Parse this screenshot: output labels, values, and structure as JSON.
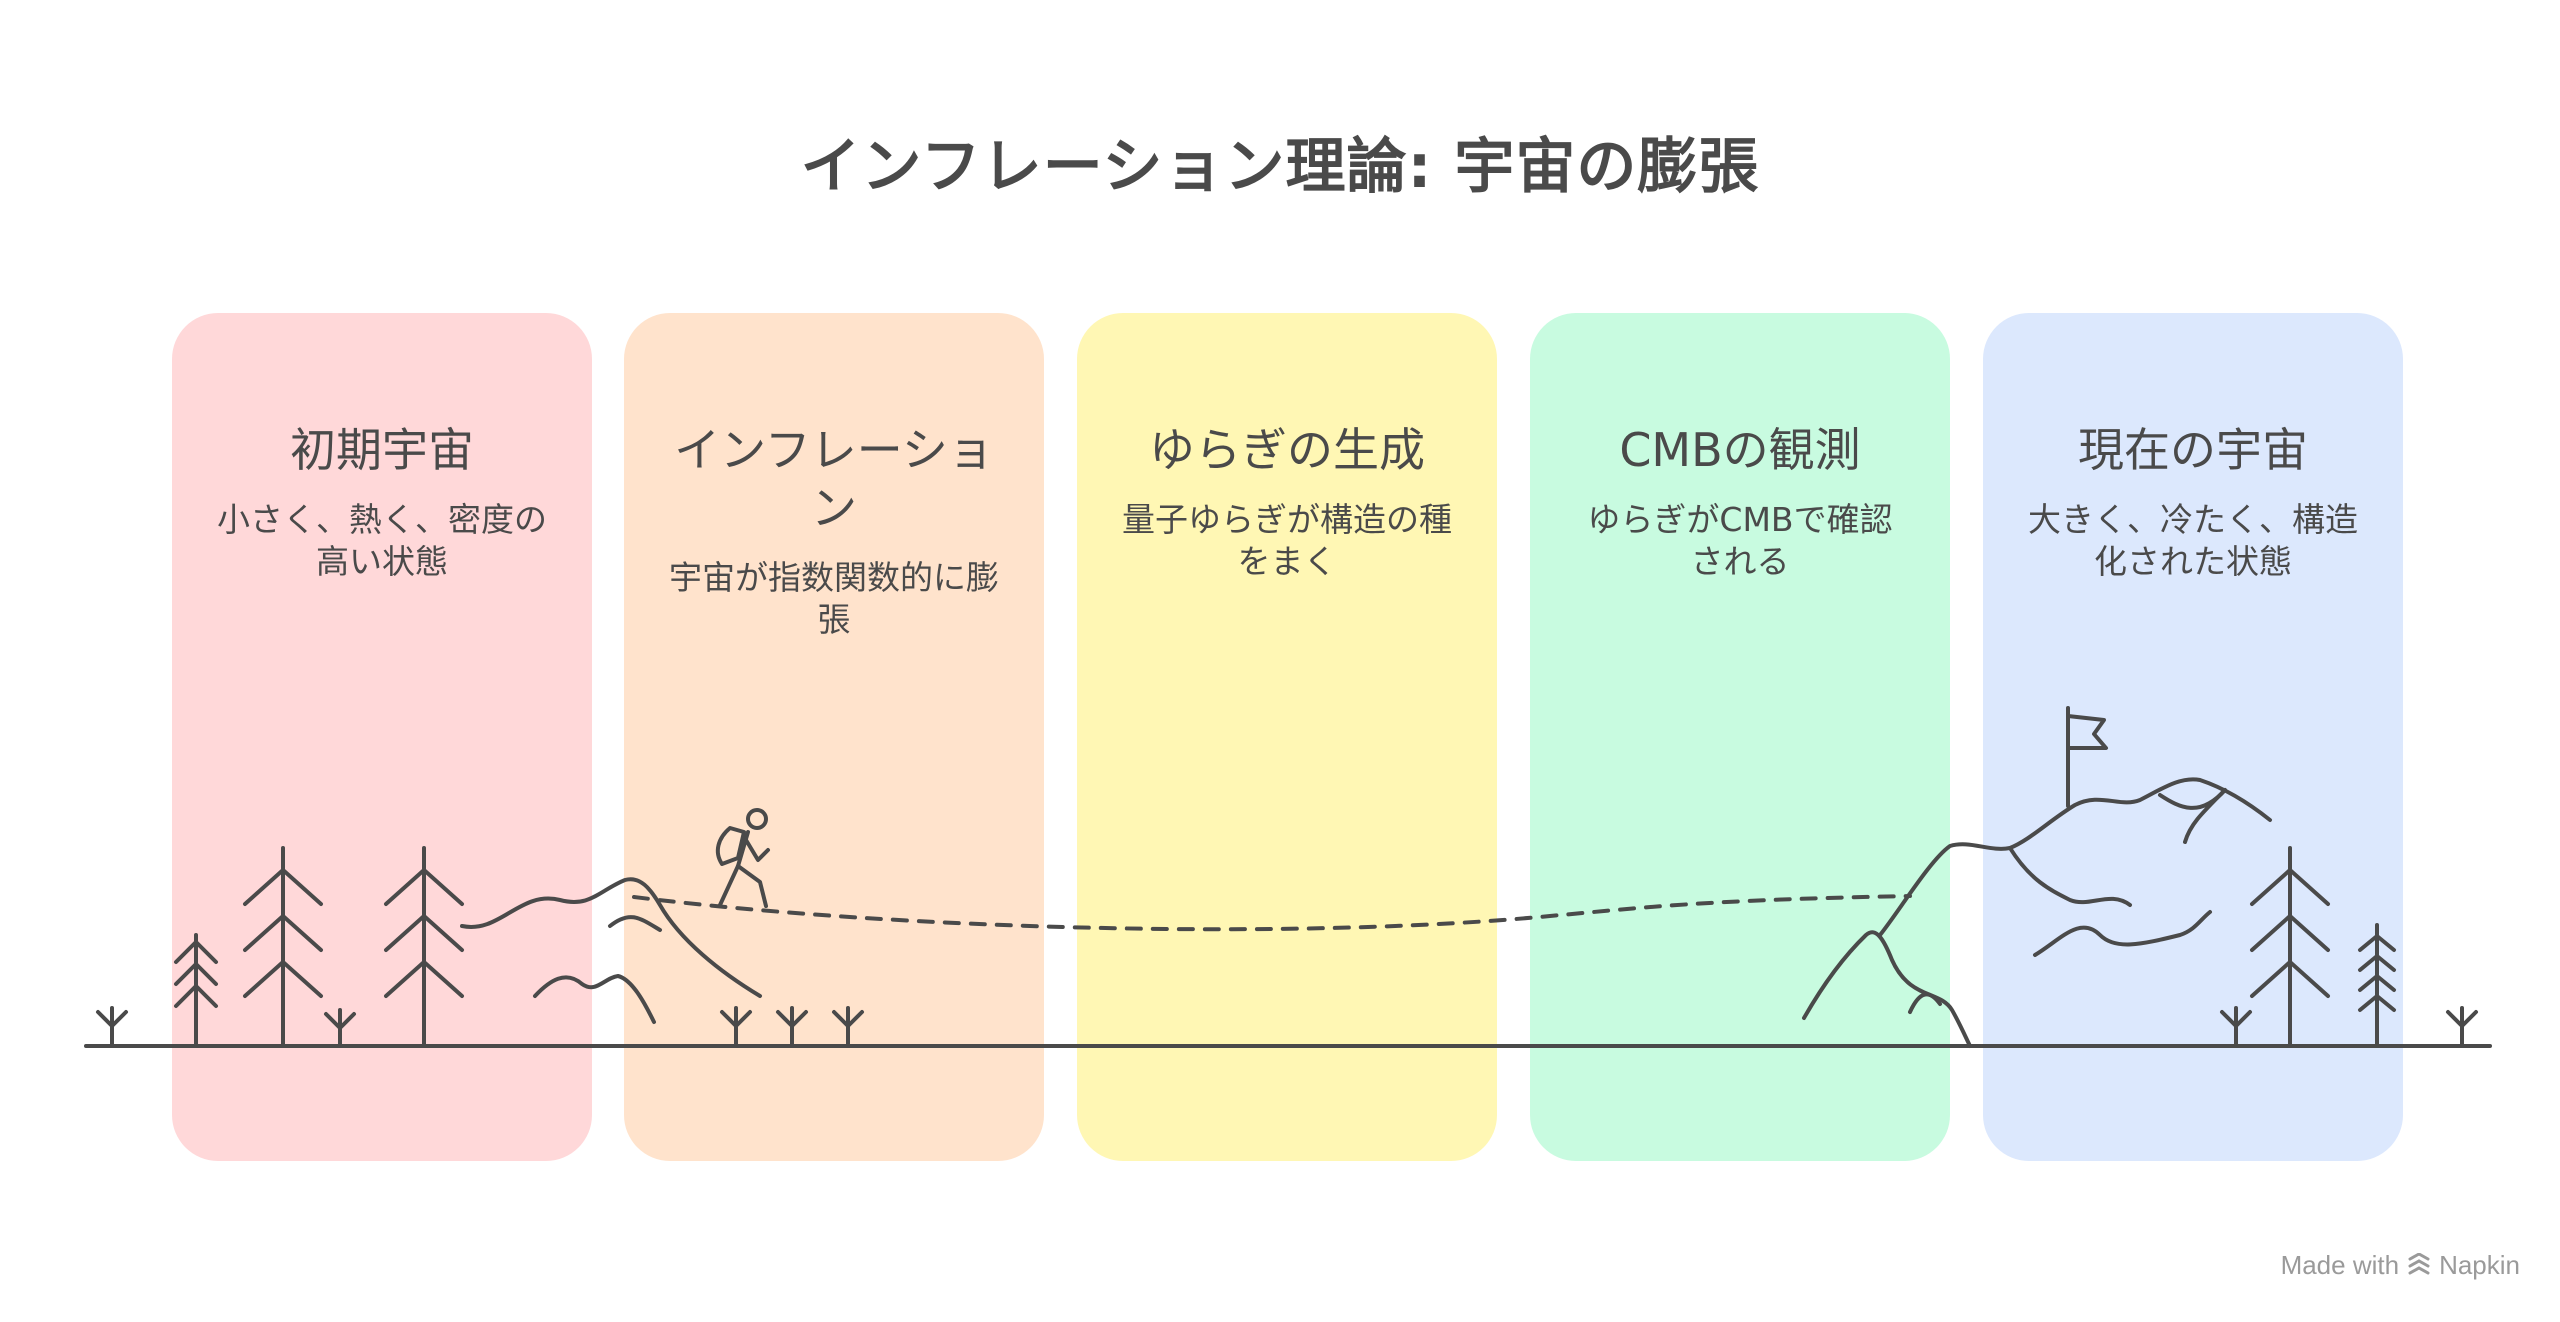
{
  "title": "インフレーション理論: 宇宙の膨張",
  "stages": [
    {
      "heading": "初期宇宙",
      "description": "小さく、熱く、密度の高い状態",
      "color": "#ffd8d9"
    },
    {
      "heading": "インフレーション",
      "description": "宇宙が指数関数的に膨張",
      "color": "#ffe3cc"
    },
    {
      "heading": "ゆらぎの生成",
      "description": "量子ゆらぎが構造の種をまく",
      "color": "#fff7b4"
    },
    {
      "heading": "CMBの観測",
      "description": "ゆらぎがCMBで確認される",
      "color": "#c8fbe0"
    },
    {
      "heading": "現在の宇宙",
      "description": "大きく、冷たく、構造化された状態",
      "color": "#dce8fd"
    }
  ],
  "credit": {
    "made_with": "Made with",
    "brand": "Napkin"
  },
  "icons": {
    "hiker": "hiker-icon",
    "flag": "flag-icon",
    "tree": "tree-icon",
    "mountain": "mountain-icon"
  },
  "line_color": "#4a4a4a"
}
